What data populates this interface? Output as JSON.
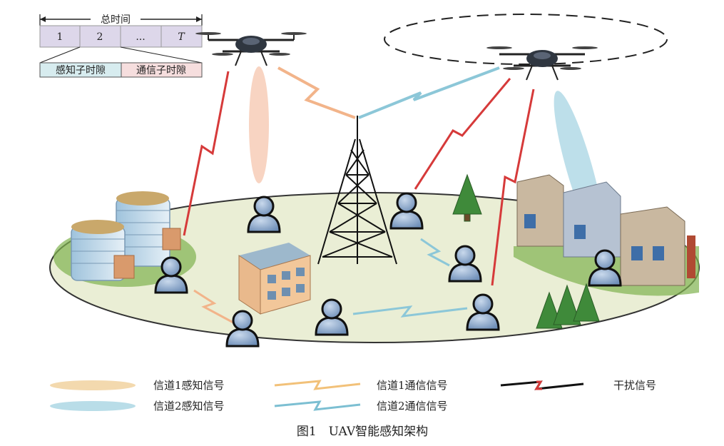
{
  "timeline": {
    "total_label": "总时间",
    "slots": [
      "1",
      "2",
      "...",
      "T"
    ],
    "sub_slots": [
      "感知子时隙",
      "通信子时隙"
    ]
  },
  "legend": [
    {
      "label": "信道1感知信号",
      "kind": "sensing",
      "color": "#f3d9ae"
    },
    {
      "label": "信道2感知信号",
      "kind": "sensing",
      "color": "#b9dde8"
    },
    {
      "label": "信道1通信信号",
      "kind": "comm",
      "color": "#f2b979"
    },
    {
      "label": "信道2通信信号",
      "kind": "comm",
      "color": "#7cbfd2"
    },
    {
      "label": "干扰信号",
      "kind": "interference",
      "color": "#d63a3a"
    }
  ],
  "caption": "图1　UAV智能感知架构",
  "colors": {
    "ground": "#eaeed5",
    "user": "#8aa7c9",
    "user_dark": "#1a1a1a",
    "sense_slot": "#d7ecef",
    "comm_slot": "#f6dede",
    "slot": "#ddd7ea"
  }
}
